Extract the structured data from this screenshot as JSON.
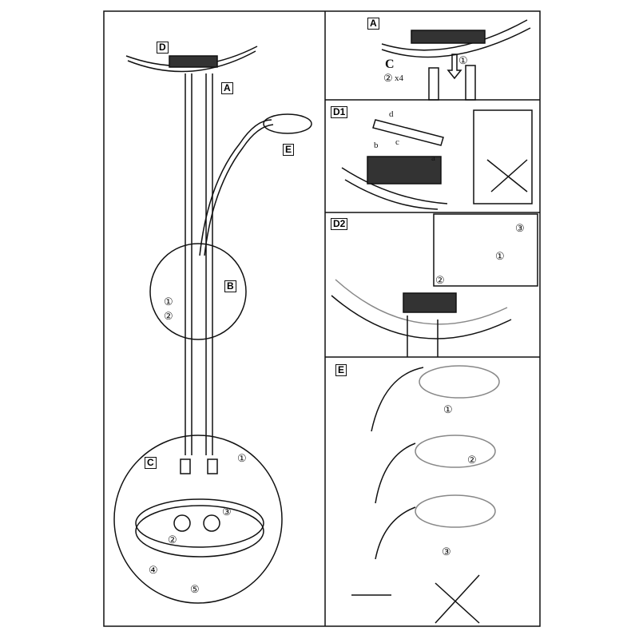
{
  "labels": {
    "D": "D",
    "A": "A",
    "E": "E",
    "B": "B",
    "C": "C",
    "A2": "A",
    "D1": "D1",
    "D2": "D2",
    "E2": "E"
  },
  "steps": {
    "one": "①",
    "two": "②",
    "three": "③",
    "four": "④",
    "five": "⑤"
  },
  "annotations": {
    "x4": "x4",
    "C_tool": "C",
    "a": "a",
    "b": "b",
    "c": "c",
    "d": "d"
  },
  "colors": {
    "line": "#111111",
    "grey": "#888888"
  }
}
